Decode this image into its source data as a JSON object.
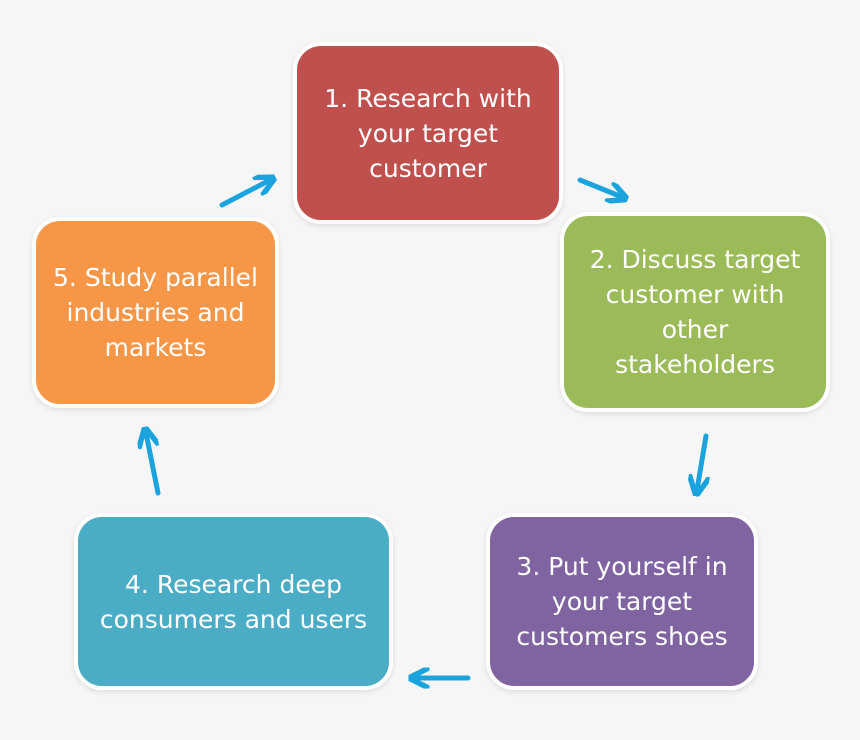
{
  "diagram": {
    "arrow_color": "#1aa3dc",
    "steps": [
      {
        "label": "1. Research with\nyour target\ncustomer",
        "color": "#c0504d"
      },
      {
        "label": "2. Discuss target\ncustomer with\nother\nstakeholders",
        "color": "#9bbb59"
      },
      {
        "label": "3. Put yourself in\nyour target\ncustomers shoes",
        "color": "#8064a2"
      },
      {
        "label": "4. Research deep\nconsumers and users",
        "color": "#4bacc6"
      },
      {
        "label": "5. Study parallel\nindustries and\nmarkets",
        "color": "#f79646"
      }
    ]
  }
}
